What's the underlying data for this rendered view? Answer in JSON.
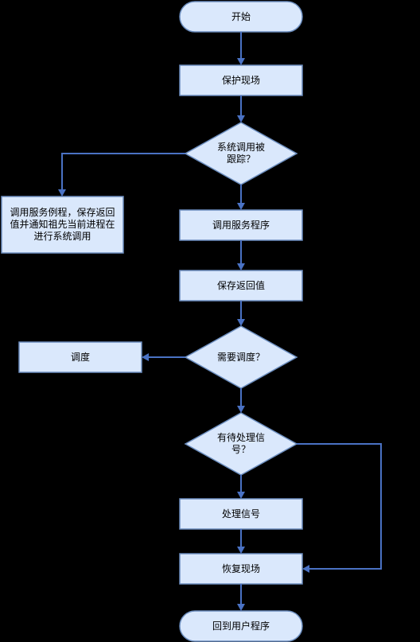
{
  "nodes": {
    "start": "开始",
    "save_context": "保护现场",
    "traced": "系统调用被\n跟踪？",
    "notify_parent": "调用服务例程，保存返回\n值并通知祖先当前进程在\n进行系统调用",
    "call_service": "调用服务程序",
    "save_return": "保存返回值",
    "need_schedule": "需要调度？",
    "schedule": "调度",
    "pending_signal": "有待处理信\n号？",
    "handle_signal": "处理信号",
    "restore_context": "恢复现场",
    "return_user": "回到用户程序"
  },
  "colors": {
    "background": "#000000",
    "node_fill": "#dae8fc",
    "node_stroke": "#6c8ebf",
    "edge": "#4a72c4"
  }
}
